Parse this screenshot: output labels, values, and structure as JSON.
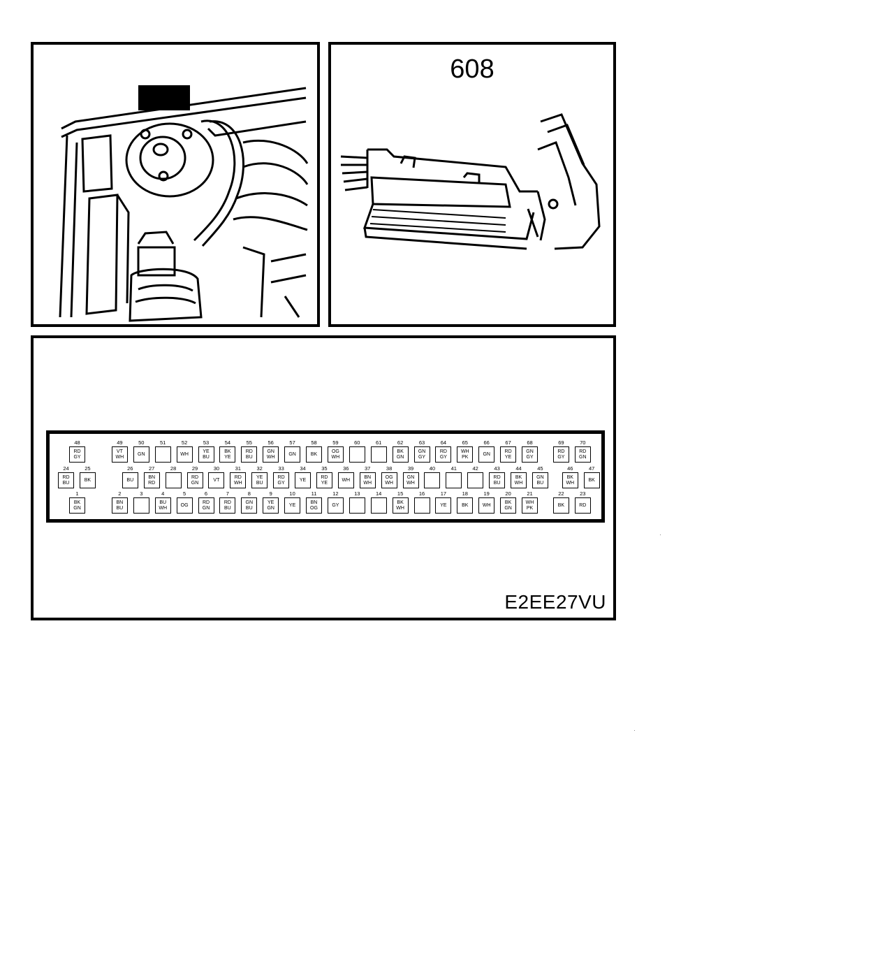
{
  "connector_id": "608",
  "figure_code": "E2EE27VU",
  "rows": [
    {
      "row": "top",
      "pins": [
        {
          "n": 48,
          "c": [
            "RD",
            "GY"
          ]
        },
        {
          "n": 49,
          "c": [
            "VT",
            "WH"
          ]
        },
        {
          "n": 50,
          "c": [
            "GN"
          ]
        },
        {
          "n": 51,
          "c": []
        },
        {
          "n": 52,
          "c": [
            "WH"
          ]
        },
        {
          "n": 53,
          "c": [
            "YE",
            "BU"
          ]
        },
        {
          "n": 54,
          "c": [
            "BK",
            "YE"
          ]
        },
        {
          "n": 55,
          "c": [
            "RD",
            "BU"
          ]
        },
        {
          "n": 56,
          "c": [
            "GN",
            "WH"
          ]
        },
        {
          "n": 57,
          "c": [
            "GN"
          ]
        },
        {
          "n": 58,
          "c": [
            "BK"
          ]
        },
        {
          "n": 59,
          "c": [
            "OG",
            "WH"
          ]
        },
        {
          "n": 60,
          "c": []
        },
        {
          "n": 61,
          "c": []
        },
        {
          "n": 62,
          "c": [
            "BK",
            "GN"
          ]
        },
        {
          "n": 63,
          "c": [
            "GN",
            "GY"
          ]
        },
        {
          "n": 64,
          "c": [
            "RD",
            "GY"
          ]
        },
        {
          "n": 65,
          "c": [
            "WH",
            "PK"
          ]
        },
        {
          "n": 66,
          "c": [
            "GN"
          ]
        },
        {
          "n": 67,
          "c": [
            "RD",
            "YE"
          ]
        },
        {
          "n": 68,
          "c": [
            "GN",
            "GY"
          ]
        },
        {
          "n": 69,
          "c": [
            "RD",
            "GY"
          ]
        },
        {
          "n": 70,
          "c": [
            "RD",
            "GN"
          ]
        }
      ]
    },
    {
      "row": "middle",
      "pins": [
        {
          "n": 24,
          "c": [
            "RD",
            "BU"
          ]
        },
        {
          "n": 25,
          "c": [
            "BK"
          ]
        },
        {
          "n": 26,
          "c": [
            "BU"
          ]
        },
        {
          "n": 27,
          "c": [
            "BN",
            "RD"
          ]
        },
        {
          "n": 28,
          "c": []
        },
        {
          "n": 29,
          "c": [
            "RD",
            "GN"
          ]
        },
        {
          "n": 30,
          "c": [
            "VT"
          ]
        },
        {
          "n": 31,
          "c": [
            "RD",
            "WH"
          ]
        },
        {
          "n": 32,
          "c": [
            "YE",
            "BU"
          ]
        },
        {
          "n": 33,
          "c": [
            "RD",
            "GY"
          ]
        },
        {
          "n": 34,
          "c": [
            "YE"
          ]
        },
        {
          "n": 35,
          "c": [
            "RD",
            "YE"
          ]
        },
        {
          "n": 36,
          "c": [
            "WH"
          ]
        },
        {
          "n": 37,
          "c": [
            "BN",
            "WH"
          ]
        },
        {
          "n": 38,
          "c": [
            "OG",
            "WH"
          ]
        },
        {
          "n": 39,
          "c": [
            "GN",
            "WH"
          ]
        },
        {
          "n": 40,
          "c": []
        },
        {
          "n": 41,
          "c": []
        },
        {
          "n": 42,
          "c": []
        },
        {
          "n": 43,
          "c": [
            "RD",
            "BU"
          ]
        },
        {
          "n": 44,
          "c": [
            "BK",
            "WH"
          ]
        },
        {
          "n": 45,
          "c": [
            "GN",
            "BU"
          ]
        },
        {
          "n": 46,
          "c": [
            "BK",
            "WH"
          ]
        },
        {
          "n": 47,
          "c": [
            "BK"
          ]
        }
      ]
    },
    {
      "row": "bottom",
      "pins": [
        {
          "n": 1,
          "c": [
            "BK",
            "GN"
          ]
        },
        {
          "n": 2,
          "c": [
            "BN",
            "BU"
          ]
        },
        {
          "n": 3,
          "c": []
        },
        {
          "n": 4,
          "c": [
            "BU",
            "WH"
          ]
        },
        {
          "n": 5,
          "c": [
            "OG"
          ]
        },
        {
          "n": 6,
          "c": [
            "RD",
            "GN"
          ]
        },
        {
          "n": 7,
          "c": [
            "RD",
            "BU"
          ]
        },
        {
          "n": 8,
          "c": [
            "GN",
            "BU"
          ]
        },
        {
          "n": 9,
          "c": [
            "YE",
            "GN"
          ]
        },
        {
          "n": 10,
          "c": [
            "YE"
          ]
        },
        {
          "n": 11,
          "c": [
            "BN",
            "OG"
          ]
        },
        {
          "n": 12,
          "c": [
            "GY"
          ]
        },
        {
          "n": 13,
          "c": []
        },
        {
          "n": 14,
          "c": []
        },
        {
          "n": 15,
          "c": [
            "BK",
            "WH"
          ]
        },
        {
          "n": 16,
          "c": []
        },
        {
          "n": 17,
          "c": [
            "YE"
          ]
        },
        {
          "n": 18,
          "c": [
            "BK"
          ]
        },
        {
          "n": 19,
          "c": [
            "WH"
          ]
        },
        {
          "n": 20,
          "c": [
            "BK",
            "GN"
          ]
        },
        {
          "n": 21,
          "c": [
            "WH",
            "PK"
          ]
        },
        {
          "n": 22,
          "c": [
            "BK"
          ]
        },
        {
          "n": 23,
          "c": [
            "RD"
          ]
        }
      ]
    }
  ]
}
